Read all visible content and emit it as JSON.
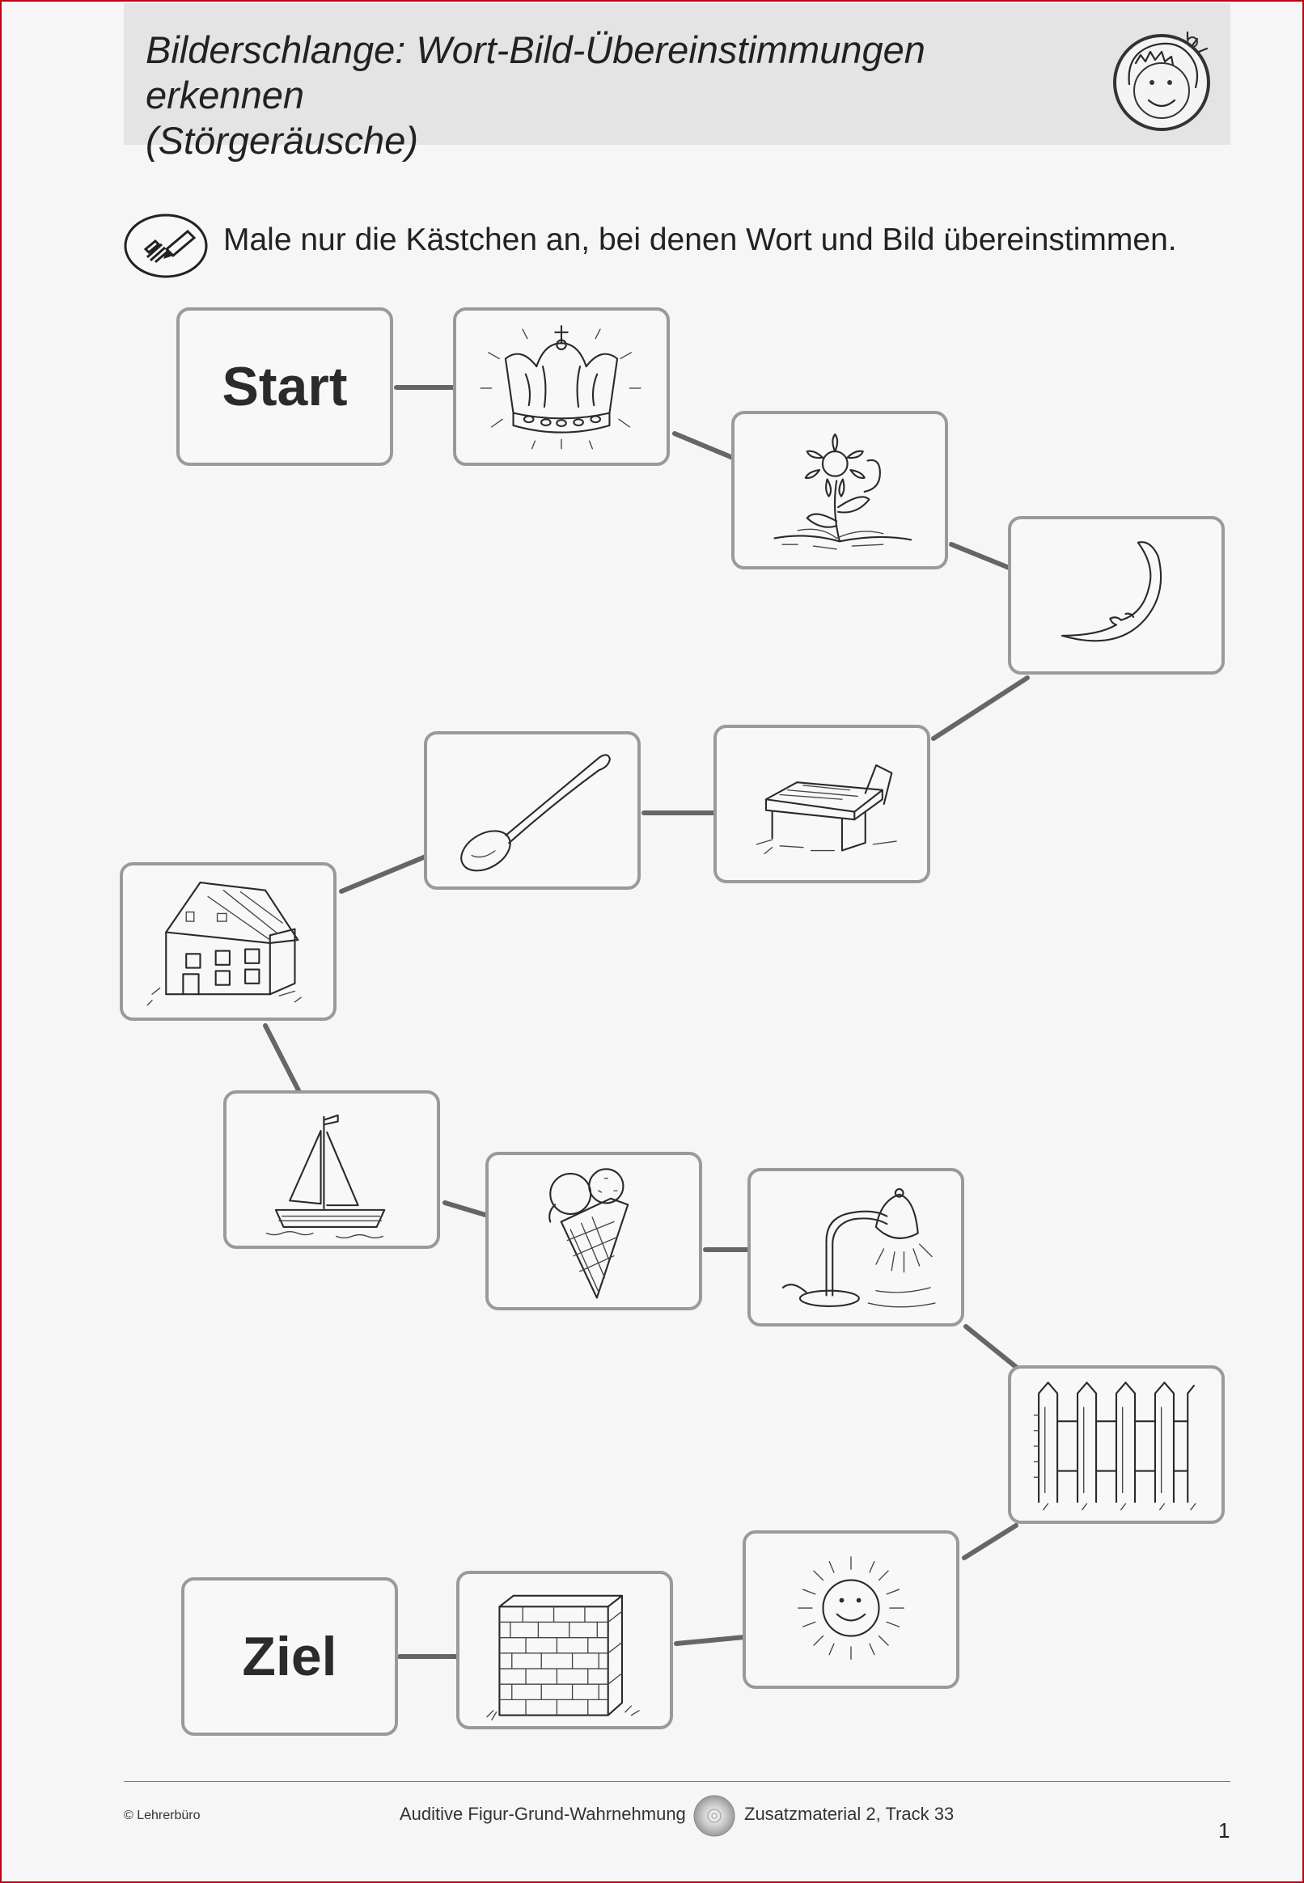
{
  "header": {
    "title_line1": "Bilderschlange: Wort-Bild-Übereinstimmungen erkennen",
    "title_line2": "(Störgeräusche)"
  },
  "instruction": "Male nur die Kästchen an, bei denen Wort und Bild übereinstimmen.",
  "path": {
    "start_label": "Start",
    "goal_label": "Ziel",
    "pictures": [
      "crown-icon",
      "flower-icon",
      "moon-icon",
      "bench-icon",
      "spoon-icon",
      "house-icon",
      "sailboat-icon",
      "ice-cream-icon",
      "lamp-icon",
      "fence-icon",
      "sun-icon",
      "wall-icon"
    ]
  },
  "footer": {
    "copyright": "© Lehrerbüro",
    "left": "Auditive Figur-Grund-Wahrnehmung",
    "right": "Zusatzmaterial 2, Track 33",
    "page": "1"
  }
}
